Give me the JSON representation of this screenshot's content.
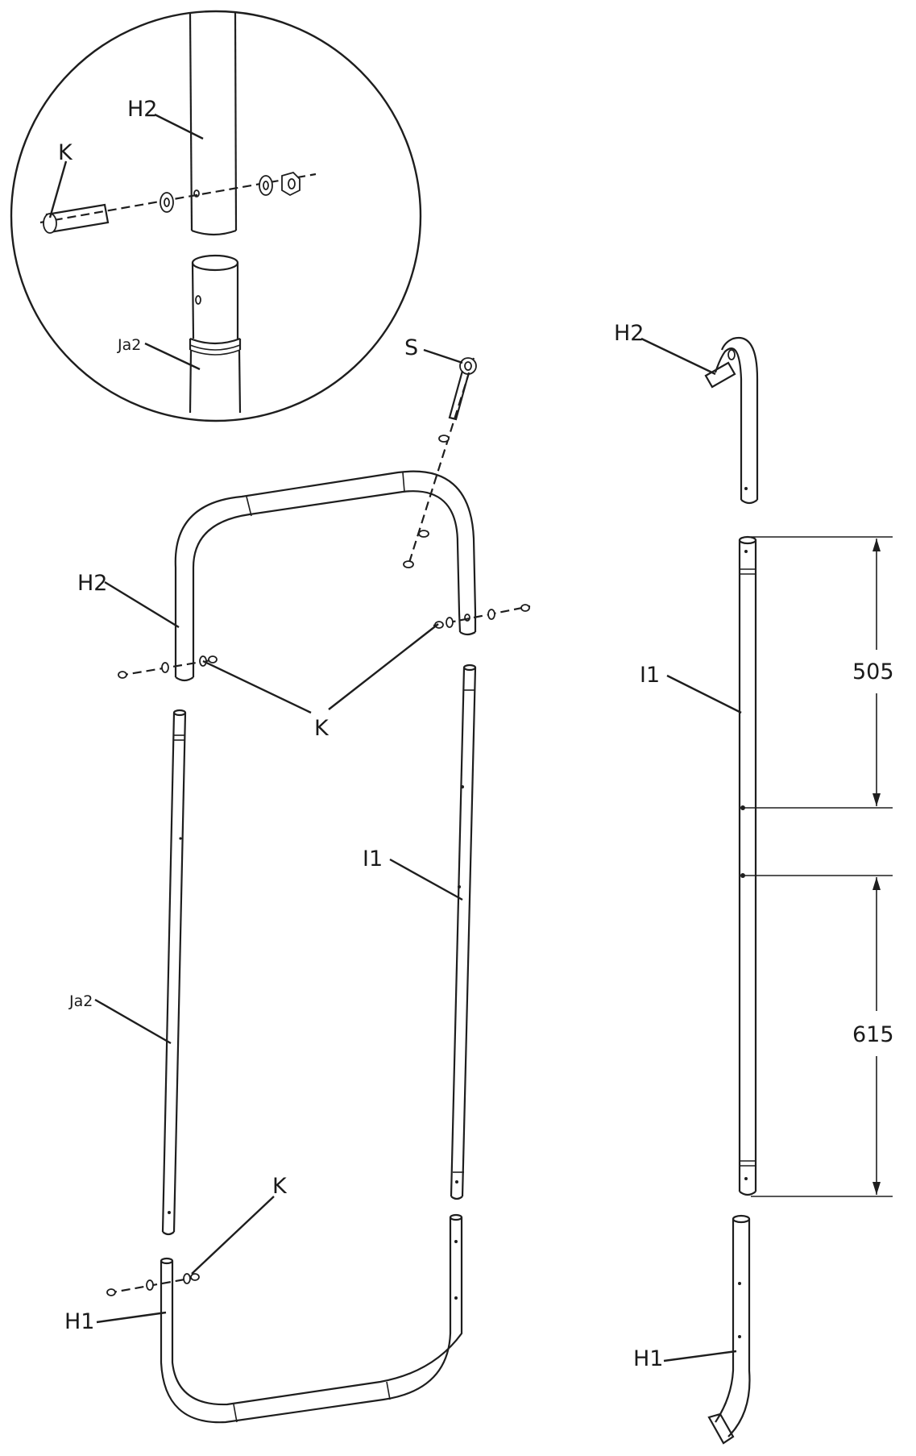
{
  "labels": {
    "detail_h2": "H2",
    "detail_k": "K",
    "detail_ja2": "Ja2",
    "s": "S",
    "left_h2": "H2",
    "k_mid": "K",
    "ja2": "Ja2",
    "i1_mid": "I1",
    "k_low": "K",
    "h1_left": "H1",
    "right_h2": "H2",
    "right_i1": "I1",
    "right_h1": "H1"
  },
  "dimensions": {
    "upper": "505",
    "lower": "615"
  },
  "colors": {
    "line": "#1e1e1e",
    "background": "#ffffff"
  }
}
